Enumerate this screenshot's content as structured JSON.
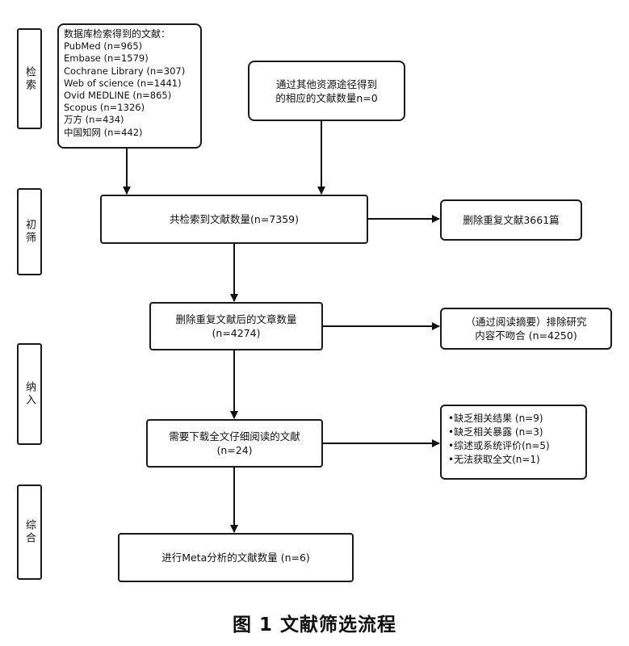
{
  "stages": [
    "检索",
    "初筛",
    "纳入",
    "综合"
  ],
  "database_box": {
    "title": "数据库检索得到的文献：",
    "items": [
      "PubMed (n=965)",
      "Embase (n=1579)",
      "Cochrane Library (n=307)",
      "Web of science (n=1441)",
      "Ovid MEDLINE (n=865)",
      "Scopus (n=1326)",
      "万方 (n=434)",
      "中国知网  (n=442)"
    ]
  },
  "other_sources_box": {
    "lines": [
      "通过其他资源途径得到",
      "的相应的文献数量n=0"
    ]
  },
  "total_box": {
    "lines": [
      "共检索到文献数量(n=7359)"
    ]
  },
  "remove_dup_box": {
    "lines": [
      "删除重复文献3661篇"
    ]
  },
  "after_dedup_box": {
    "lines": [
      "删除重复文献后的文章数量",
      "(n=4274)"
    ]
  },
  "exclude_box": {
    "lines": [
      "（通过阅读摘要）排除研究",
      "内容不吻合 (n=4250)"
    ]
  },
  "fulltext_box": {
    "lines": [
      "需要下载全文仔细阅读的文献",
      "(n=24)"
    ]
  },
  "fulltext_exclusions": [
    "•缺乏相关结果 (n=9)",
    "•缺乏相关暴露 (n=3)",
    "•综述或系统评价(n=5)",
    "•无法获取全文(n=1)"
  ],
  "meta_box": {
    "lines": [
      "进行Meta分析的文献数量 (n=6)"
    ]
  },
  "caption": "图 1  文献筛选流程"
}
